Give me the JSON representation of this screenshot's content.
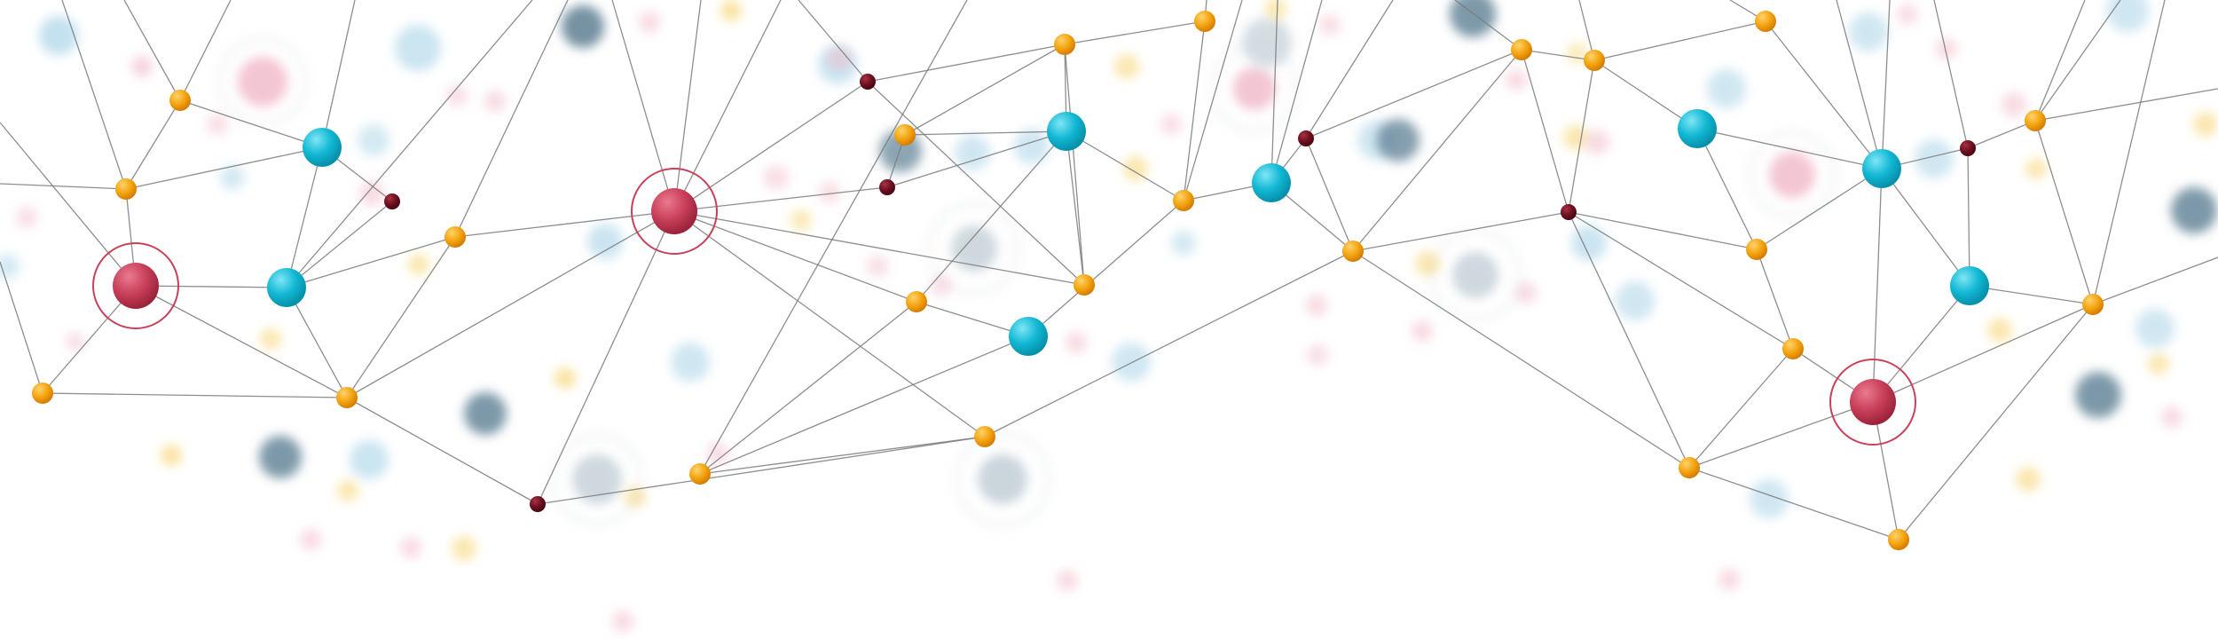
{
  "scene": {
    "description_free": true,
    "background": "#ffffff",
    "colors": {
      "line": "#7a7a7a",
      "orange": "#f3a20d",
      "orange_dark": "#d57d04",
      "cyan": "#12b8d4",
      "cyan_dark": "#0690aa",
      "crimson": "#c9405a",
      "crimson_dark": "#9c233b",
      "maroon": "#6a0f1e",
      "bokeh_blue": "#a9d4e8",
      "bokeh_pink": "#f0b8c8",
      "bokeh_yellow": "#f7d77a",
      "bokeh_slate": "#5d7f93",
      "bokeh_grey": "#b9c7d0"
    },
    "node_kinds": [
      "orange",
      "cyan",
      "crimson",
      "maroon"
    ]
  }
}
